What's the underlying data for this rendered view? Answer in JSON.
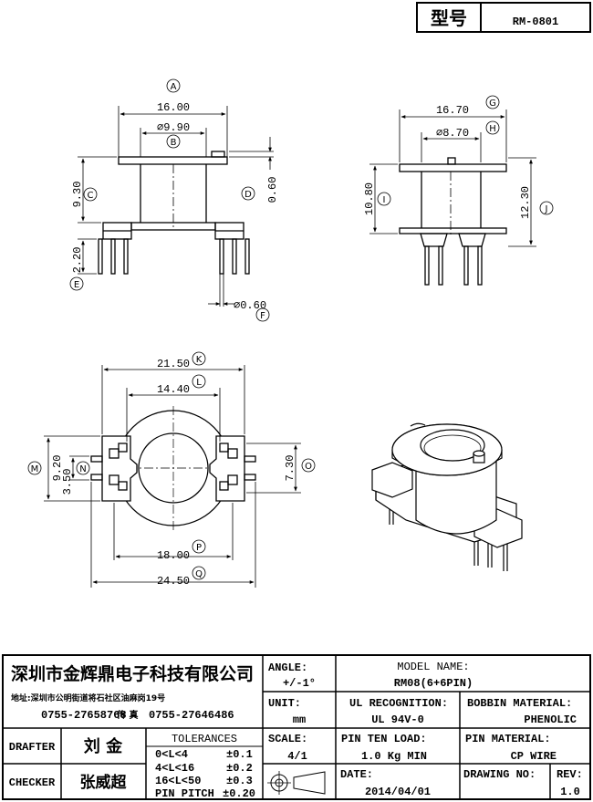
{
  "header": {
    "model_label": "型号",
    "model_code": "RM-0801"
  },
  "front_view": {
    "dim_a": "16.00",
    "dim_b": "⌀9.90",
    "dim_c": "9.30",
    "dim_d": "0.60",
    "dim_e": "2.20",
    "dim_f": "⌀0.60",
    "labels": [
      "A",
      "B",
      "C",
      "D",
      "E",
      "F"
    ]
  },
  "side_view": {
    "dim_g": "16.70",
    "dim_h": "⌀8.70",
    "dim_i": "10.80",
    "dim_j": "12.30",
    "labels": [
      "G",
      "H",
      "I",
      "J"
    ]
  },
  "bottom_view": {
    "dim_k": "21.50",
    "dim_l": "14.40",
    "dim_m": "9.20",
    "dim_n": "3.50",
    "dim_o": "7.30",
    "dim_p": "18.00",
    "dim_q": "24.50",
    "labels": [
      "K",
      "L",
      "M",
      "N",
      "O",
      "P",
      "Q"
    ]
  },
  "title_block": {
    "company": "深圳市金辉鼎电子科技有限公司",
    "address": "地址:深圳市公明街道将石社区油麻岗19号",
    "phone": "0755-27658768",
    "fax_label": "传 真",
    "fax": "0755-27646486",
    "angle_label": "ANGLE:",
    "angle_value": "+/-1°",
    "model_name_label": "MODEL NAME:",
    "model_name_value": "RM08(6+6PIN)",
    "unit_label": "UNIT:",
    "unit_value": "mm",
    "ul_label": "UL RECOGNITION:",
    "ul_value": "UL 94V-0",
    "bobbin_label": "BOBBIN MATERIAL:",
    "bobbin_value": "PHENOLIC",
    "drafter_label": "DRAFTER",
    "drafter_name": "刘 金",
    "checker_label": "CHECKER",
    "checker_name": "张威超",
    "tolerances_label": "TOLERANCES",
    "tolerance_rows": [
      {
        "range": "0<L<4",
        "value": "±0.1"
      },
      {
        "range": "4<L<16",
        "value": "±0.2"
      },
      {
        "range": "16<L<50",
        "value": "±0.3"
      },
      {
        "range": "PIN PITCH",
        "value": "±0.20"
      }
    ],
    "scale_label": "SCALE:",
    "scale_value": "4/1",
    "pin_load_label": "PIN TEN LOAD:",
    "pin_load_value": "1.0 Kg MIN",
    "pin_material_label": "PIN MATERIAL:",
    "pin_material_value": "CP WIRE",
    "date_label": "DATE:",
    "date_value": "2014/04/01",
    "drawing_no_label": "DRAWING NO:",
    "rev_label": "REV:",
    "rev_value": "1.0"
  }
}
